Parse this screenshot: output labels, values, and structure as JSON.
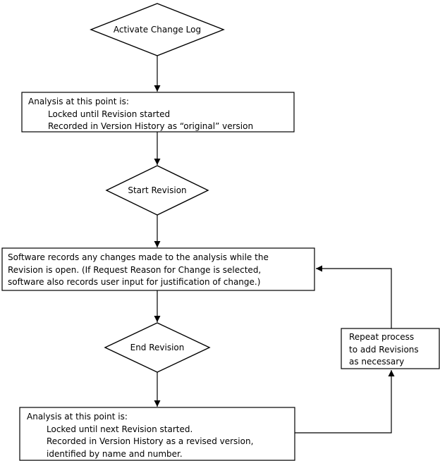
{
  "flowchart": {
    "title": "Change Log / Revision process flowchart",
    "colors": {
      "line": "#000000",
      "background": "#ffffff",
      "shape_fill": "#ffffff",
      "text": "#000000"
    },
    "nodes": {
      "activate": {
        "label": "Activate Change Log"
      },
      "analysis_original": {
        "lines": [
          "Analysis at this point is:",
          "Locked until Revision started",
          "Recorded in Version History as “original” version"
        ]
      },
      "start_revision": {
        "label": "Start Revision"
      },
      "software_records": {
        "lines": [
          "Software records any changes made to the analysis while the",
          "Revision is open. (If Request Reason for Change is selected,",
          "software also records user input for justification of change.)"
        ]
      },
      "end_revision": {
        "label": "End Revision"
      },
      "analysis_revised": {
        "lines": [
          "Analysis at this point is:",
          "Locked until next Revision started.",
          "Recorded in Version History as a revised version,",
          "identified by name and number."
        ]
      },
      "repeat_process": {
        "lines": [
          "Repeat process",
          "to add Revisions",
          "as necessary"
        ]
      }
    }
  }
}
